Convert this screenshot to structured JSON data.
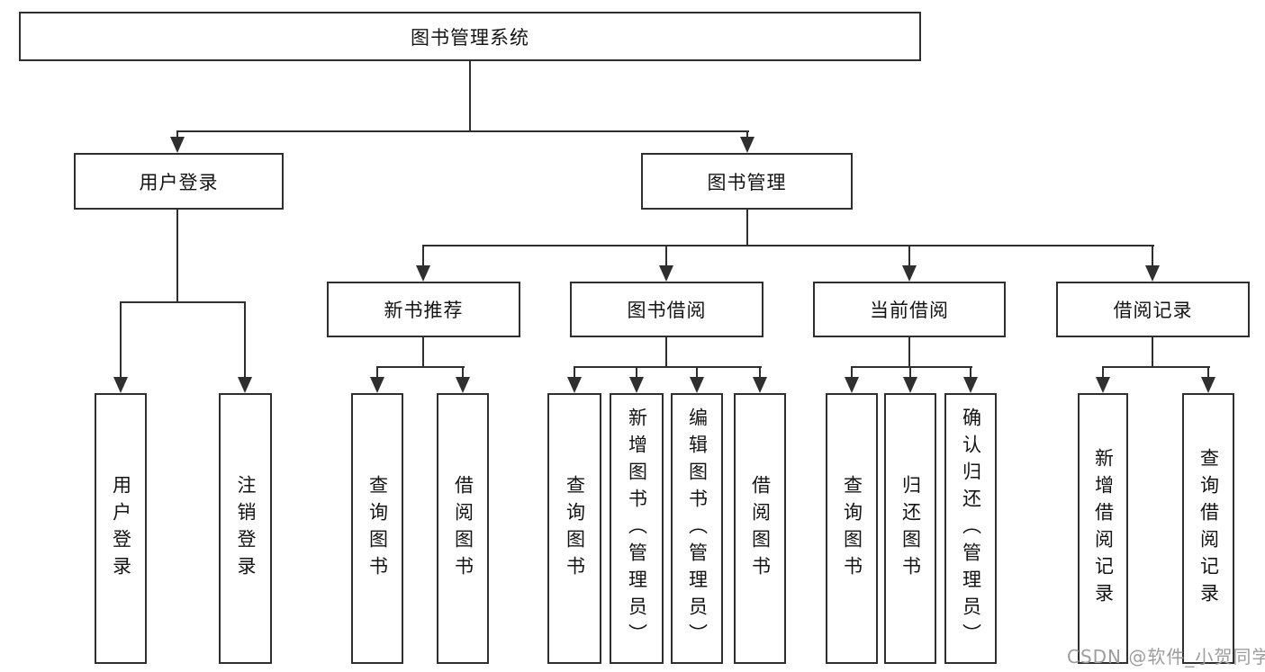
{
  "diagram": {
    "root": {
      "label": "图书管理系统"
    },
    "level2": [
      {
        "label": "用户登录"
      },
      {
        "label": "图书管理"
      }
    ],
    "level3": [
      {
        "label": "新书推荐"
      },
      {
        "label": "图书借阅"
      },
      {
        "label": "当前借阅"
      },
      {
        "label": "借阅记录"
      }
    ],
    "leaves": [
      {
        "label": "用户登录",
        "parent": "用户登录"
      },
      {
        "label": "注销登录",
        "parent": "用户登录"
      },
      {
        "label": "查询图书",
        "parent": "新书推荐"
      },
      {
        "label": "借阅图书",
        "parent": "新书推荐"
      },
      {
        "label": "查询图书",
        "parent": "图书借阅"
      },
      {
        "label": "新增图书（管理员）",
        "parent": "图书借阅"
      },
      {
        "label": "编辑图书（管理员）",
        "parent": "图书借阅"
      },
      {
        "label": "借阅图书",
        "parent": "图书借阅"
      },
      {
        "label": "查询图书",
        "parent": "当前借阅"
      },
      {
        "label": "归还图书",
        "parent": "当前借阅"
      },
      {
        "label": "确认归还（管理员）",
        "parent": "当前借阅"
      },
      {
        "label": "新增借阅记录",
        "parent": "借阅记录"
      },
      {
        "label": "查询借阅记录",
        "parent": "借阅记录"
      }
    ]
  },
  "watermark": {
    "text": "CSDN @软件_小贺同学"
  },
  "colors": {
    "line": "#2f2f2f",
    "box_border": "#2f2f2f",
    "text": "#141414",
    "watermark": "#9d9d9d",
    "background": "#ffffff"
  }
}
